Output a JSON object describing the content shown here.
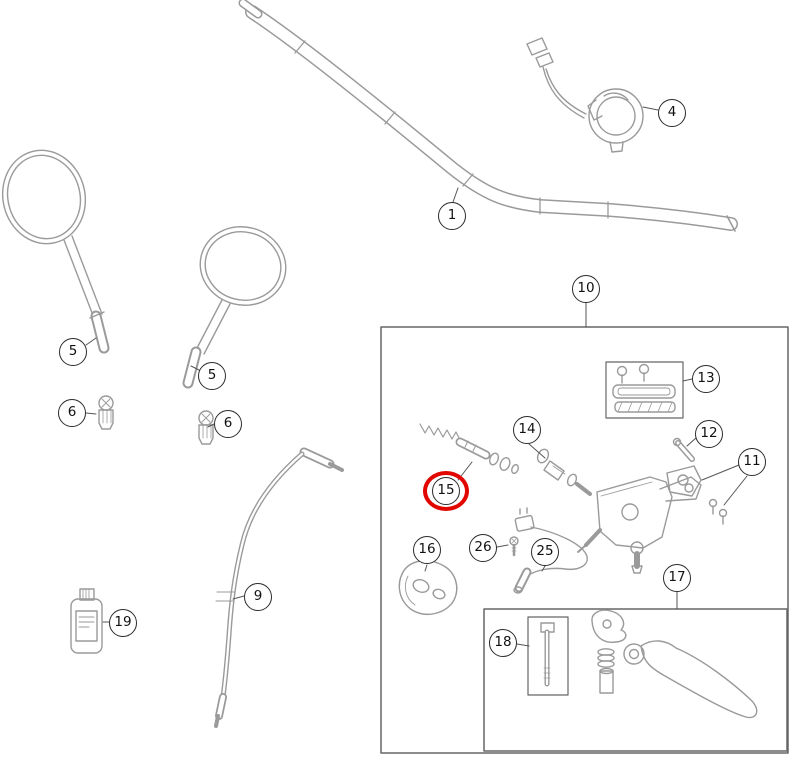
{
  "theme": {
    "background": "#ffffff",
    "drawing_line_color": "#9a9a9a",
    "box_line_color": "#666666",
    "callout_border_color": "#2b2b2b",
    "highlight_color": "#e10600"
  },
  "callouts": [
    {
      "label": "1",
      "highlighted": false
    },
    {
      "label": "4",
      "highlighted": false
    },
    {
      "label": "5",
      "highlighted": false
    },
    {
      "label": "5",
      "highlighted": false
    },
    {
      "label": "6",
      "highlighted": false
    },
    {
      "label": "6",
      "highlighted": false
    },
    {
      "label": "9",
      "highlighted": false
    },
    {
      "label": "10",
      "highlighted": false
    },
    {
      "label": "11",
      "highlighted": false
    },
    {
      "label": "12",
      "highlighted": false
    },
    {
      "label": "13",
      "highlighted": false
    },
    {
      "label": "14",
      "highlighted": false
    },
    {
      "label": "15",
      "highlighted": true
    },
    {
      "label": "16",
      "highlighted": false
    },
    {
      "label": "17",
      "highlighted": false
    },
    {
      "label": "18",
      "highlighted": false
    },
    {
      "label": "19",
      "highlighted": false
    },
    {
      "label": "25",
      "highlighted": false
    },
    {
      "label": "26",
      "highlighted": false
    }
  ]
}
